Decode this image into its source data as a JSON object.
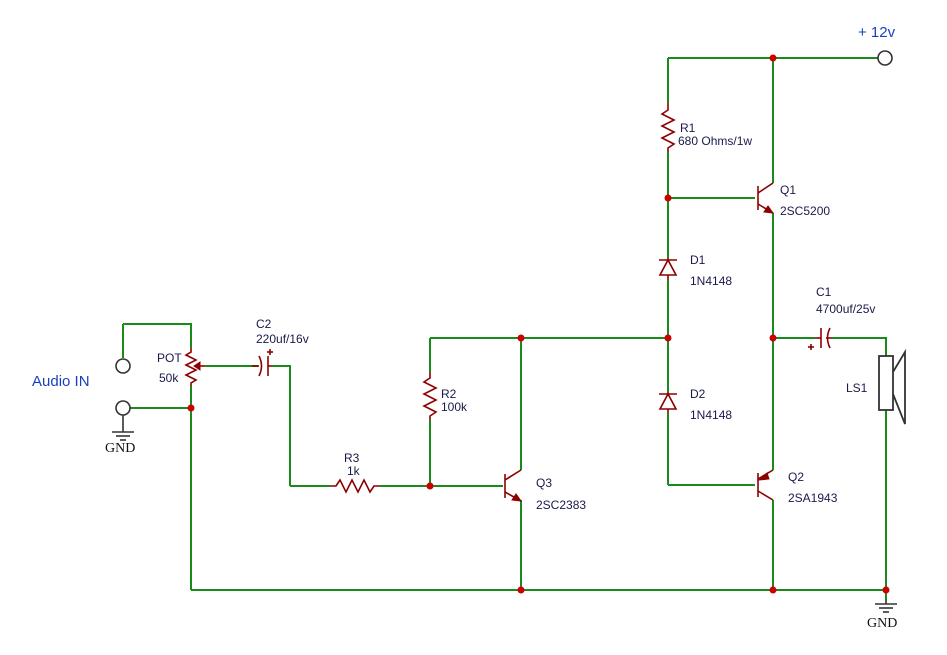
{
  "nets": {
    "supply": "+ 12v",
    "input": "Audio IN",
    "gnd_left": "GND",
    "gnd_right": "GND"
  },
  "components": {
    "r1": {
      "ref": "R1",
      "value": "680 Ohms/1w"
    },
    "q1": {
      "ref": "Q1",
      "value": "2SC5200"
    },
    "d1": {
      "ref": "D1",
      "value": "1N4148"
    },
    "d2": {
      "ref": "D2",
      "value": "1N4148"
    },
    "c1": {
      "ref": "C1",
      "value": "4700uf/25v"
    },
    "ls1": {
      "ref": "LS1"
    },
    "q2": {
      "ref": "Q2",
      "value": "2SA1943"
    },
    "pot": {
      "ref": "POT",
      "value": "50k"
    },
    "c2": {
      "ref": "C2",
      "value": "220uf/16v"
    },
    "r2": {
      "ref": "R2",
      "value": "100k"
    },
    "r3": {
      "ref": "R3",
      "value": "1k"
    },
    "q3": {
      "ref": "Q3",
      "value": "2SC2383"
    }
  },
  "colors": {
    "wire": "#1a8a1a",
    "component": "#8b0000",
    "junction": "#cc0000",
    "net_label": "#1a3fbf"
  }
}
